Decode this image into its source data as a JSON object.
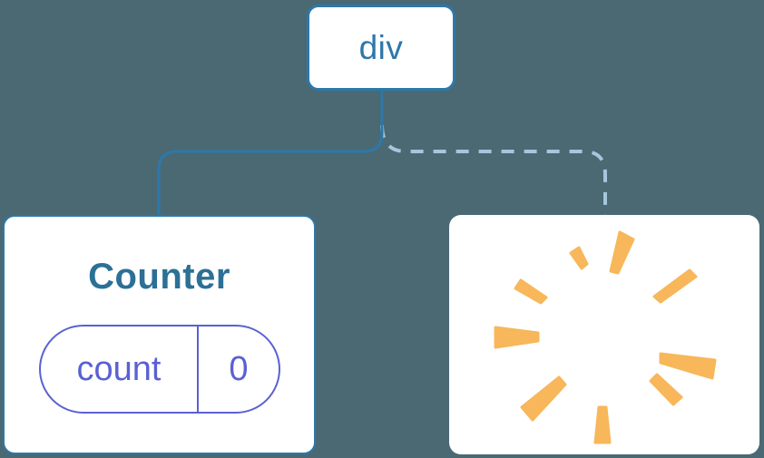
{
  "colors": {
    "background": "#4a6973",
    "card_bg": "#ffffff",
    "node_border": "#2d78aa",
    "node_text": "#2d77aa",
    "solid_link": "#2d78aa",
    "dashed_link": "#a6c6dd",
    "title_text": "#2c7095",
    "state_accent": "#5a61d2",
    "burst": "#f7b75a"
  },
  "tree": {
    "root": {
      "label": "div"
    },
    "counter_card": {
      "title": "Counter",
      "state": {
        "key": "count",
        "value": "0"
      }
    },
    "removed_card": {
      "icon": "poof-burst-icon"
    }
  }
}
